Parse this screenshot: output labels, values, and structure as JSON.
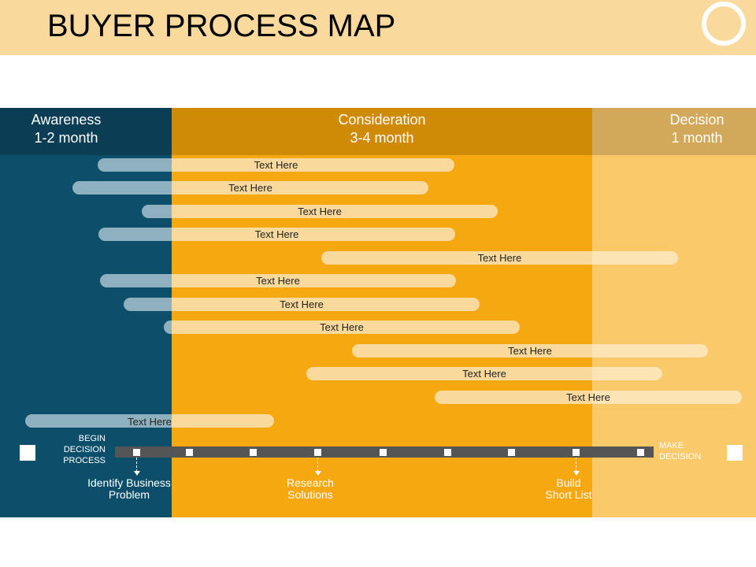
{
  "header": {
    "title": "BUYER PROCESS MAP"
  },
  "colors": {
    "title_band": "#fad99c",
    "awareness": "#0d4f6b",
    "awareness_head": "#0b3d55",
    "consideration": "#f5a80f",
    "consideration_head": "#d08b06",
    "decision": "#f9c96a",
    "decision_head": "#d2a85a",
    "bar_on_blue": "#8fb1bf",
    "bar_on_orange": "#fad99c",
    "bar_on_light": "#fce4b4"
  },
  "phases": [
    {
      "name": "Awareness",
      "duration": "1-2 month"
    },
    {
      "name": "Consideration",
      "duration": "3-4 month"
    },
    {
      "name": "Decision",
      "duration": "1 month"
    }
  ],
  "bars": [
    {
      "label": "Text Here"
    },
    {
      "label": "Text Here"
    },
    {
      "label": "Text Here"
    },
    {
      "label": "Text Here"
    },
    {
      "label": "Text Here"
    },
    {
      "label": "Text Here"
    },
    {
      "label": "Text Here"
    },
    {
      "label": "Text Here"
    },
    {
      "label": "Text Here"
    },
    {
      "label": "Text Here"
    },
    {
      "label": "Text Here"
    },
    {
      "label": "Text Here"
    }
  ],
  "timeline": {
    "begin_label": [
      "BEGIN",
      "DECISION",
      "PROCESS"
    ],
    "end_label": [
      "MAKE",
      "DECISION"
    ],
    "milestones": [
      {
        "line1": "Identify Business",
        "line2": "Problem"
      },
      {
        "line1": "Research",
        "line2": "Solutions"
      },
      {
        "line1": "Build",
        "line2": "Short List"
      }
    ]
  }
}
